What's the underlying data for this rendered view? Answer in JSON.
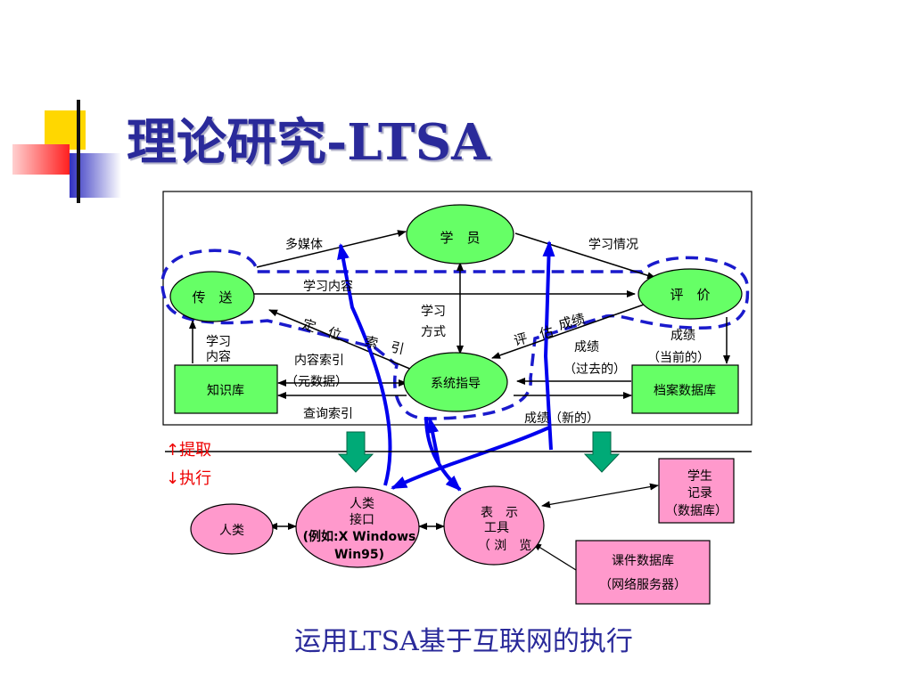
{
  "slide": {
    "title": "理论研究-LTSA",
    "caption": "运用LTSA基于互联网的执行"
  },
  "colors": {
    "title_blue": "#2a2a9a",
    "node_green": "#66ff66",
    "node_pink": "#ff99cc",
    "arrow_blue": "#0000ee",
    "arrow_black": "#000000",
    "teal_arrow": "#00aa77",
    "legend_red": "#ee0000"
  },
  "diagram": {
    "nodes": {
      "learner": "学　员",
      "delivery": "传　送",
      "evaluation": "评　价",
      "coach": "系统指导",
      "knowledge_base": "知识库",
      "records_db": "档案数据库",
      "human": "人类",
      "human_interface": [
        "人类",
        "接口",
        "(例如:X Windows",
        "Win95)"
      ],
      "presentation_tool": [
        "表　示",
        "工具",
        "（ 浏　览"
      ],
      "student_records": [
        "学生",
        "记录",
        "（数据库）"
      ],
      "courseware_db": [
        "课件数据库",
        "（网络服务器）"
      ]
    },
    "labels": {
      "multimedia": "多媒体",
      "learning_status": "学习情况",
      "learning_content": "学习内容",
      "learning_style": [
        "学习",
        "方式"
      ],
      "locate": "定　位",
      "index": "索　引",
      "kb_content": [
        "学习",
        "内容"
      ],
      "content_index": "内容索引",
      "metadata": "（元数据）",
      "query_index": "查询索引",
      "assess": "评　估",
      "grade": "成绩",
      "grade_past": [
        "成绩",
        "（过去的）"
      ],
      "grade_current": [
        "成绩",
        "（当前的）"
      ],
      "grade_new": "成绩（新的）"
    },
    "legend": {
      "extract": "↑提取",
      "execute": "↓执行"
    }
  }
}
